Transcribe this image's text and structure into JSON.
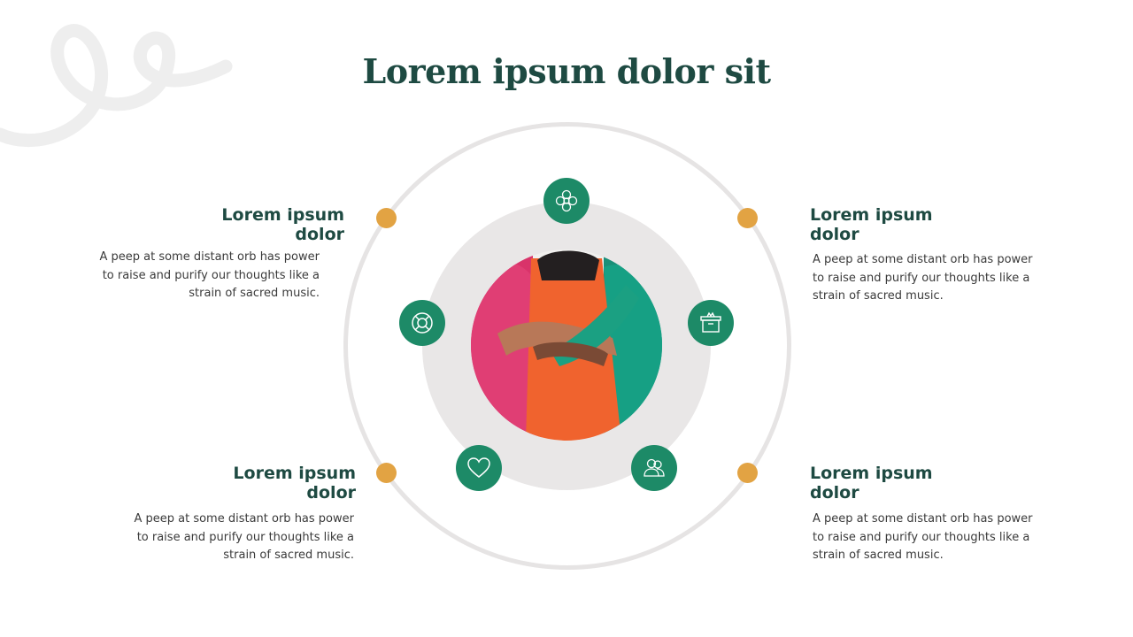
{
  "title": "Lorem ipsum dolor sit",
  "accent_colors": {
    "green": "#1d8a67",
    "orange": "#e2a343",
    "title": "#1e4a42"
  },
  "items": [
    {
      "heading_line1": "Lorem ipsum",
      "heading_line2": "dolor",
      "description": "A peep at some distant orb has power to raise and purify our thoughts like a strain of sacred music."
    },
    {
      "heading_line1": "Lorem ipsum",
      "heading_line2": "dolor",
      "description": "A peep at some distant orb has power to raise and purify our thoughts like a strain of sacred music."
    },
    {
      "heading_line1": "Lorem ipsum",
      "heading_line2": "dolor",
      "description": "A peep at some distant orb has power to raise and purify our thoughts like a strain of sacred music."
    },
    {
      "heading_line1": "Lorem ipsum",
      "heading_line2": "dolor",
      "description": "A peep at some distant orb has power to raise and purify our thoughts like a strain of sacred music."
    }
  ],
  "icons": [
    "flower-icon",
    "gift-box-icon",
    "support-people-icon",
    "heart-icon",
    "lifebuoy-icon"
  ],
  "photo": "three-friends-embracing-photo"
}
